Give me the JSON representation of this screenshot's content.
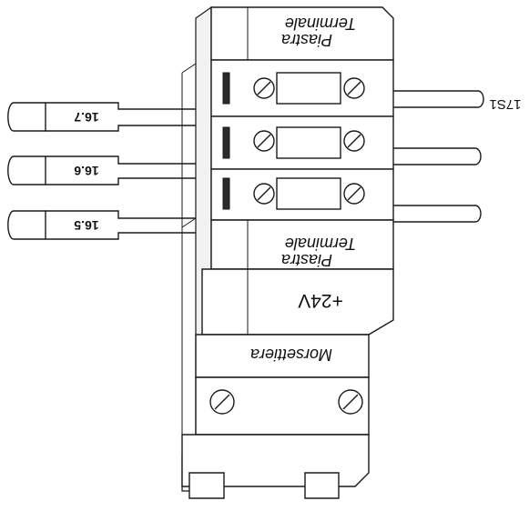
{
  "diagram": {
    "labels": {
      "piastra_top": "Piastra",
      "terminale_top": "Terminale",
      "piastra_mid": "Piastra",
      "terminale_mid": "Terminale",
      "voltage": "+24V",
      "morsettiera": "Morsettiera",
      "wire_right_top": "17S1",
      "wire_left_1": "16.7",
      "wire_left_2": "16.6",
      "wire_left_3": "16.5"
    }
  }
}
